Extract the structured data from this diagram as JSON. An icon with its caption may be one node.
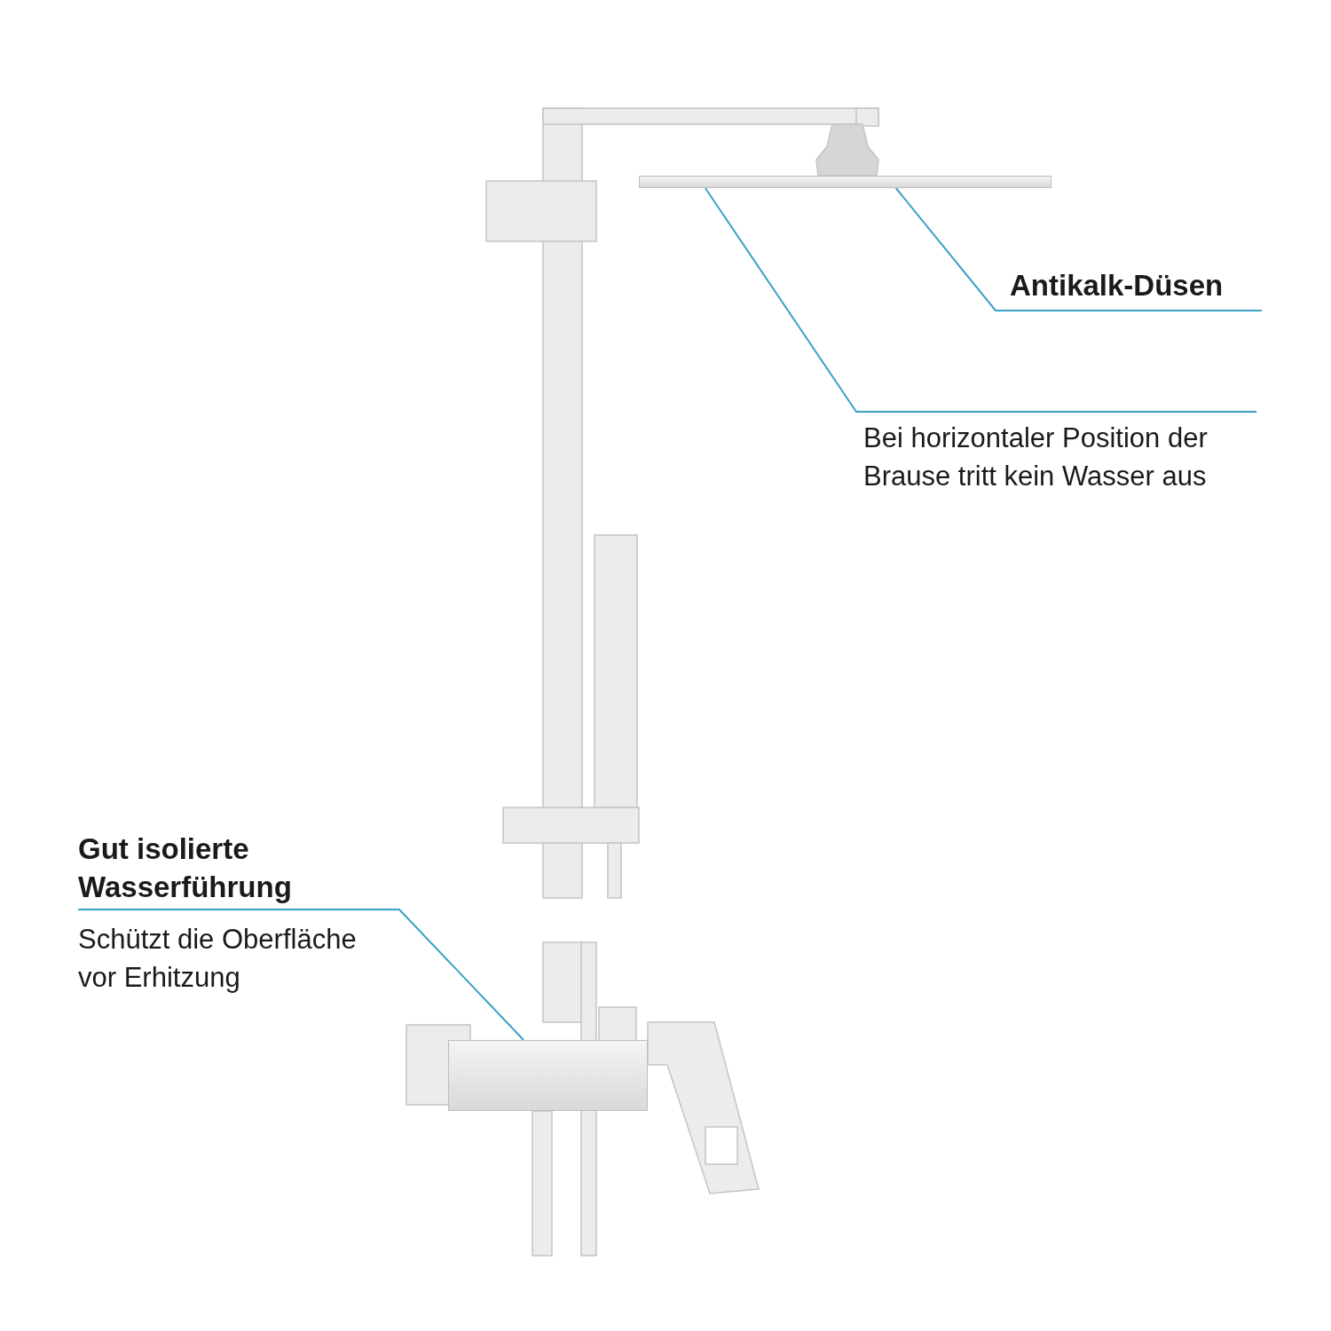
{
  "diagram": {
    "nodes": [
      {
        "text": [
          "Antikalk-Düsen"
        ]
      },
      {
        "text": [
          "Bei horizontaler Position der Brause tritt kein Wasser aus"
        ]
      },
      {
        "text": [
          "Gut isolierte Wasserführung",
          "Schützt die Oberfläche vor Erhitzung"
        ]
      },
      {
        "text": [],
        "shape": "picture"
      },
      {
        "text": [],
        "shape": "picture"
      }
    ],
    "edges": [
      {
        "from": 0,
        "to": 3,
        "arrow": "none"
      },
      {
        "from": 1,
        "to": 3,
        "arrow": "none"
      },
      {
        "from": 2,
        "to": 4,
        "arrow": "none"
      }
    ]
  }
}
